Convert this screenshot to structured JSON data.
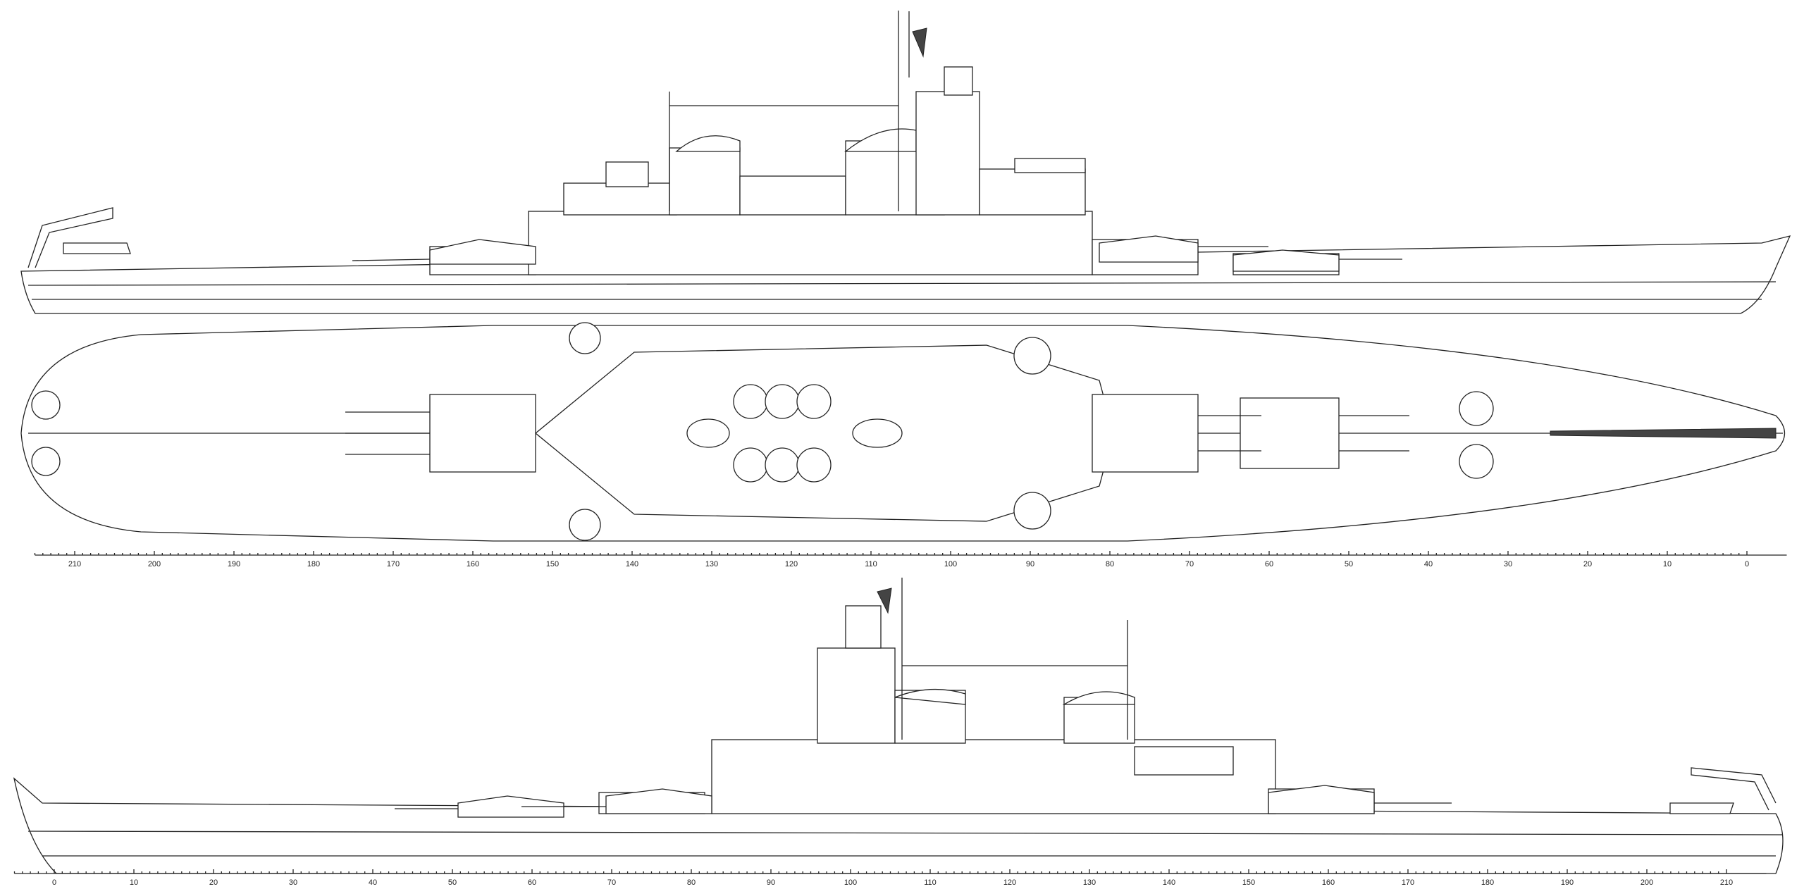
{
  "scales": {
    "plan": {
      "start": 210,
      "end": 0,
      "step": 10,
      "labels": [
        "210",
        "200",
        "190",
        "180",
        "170",
        "160",
        "150",
        "140",
        "130",
        "120",
        "110",
        "100",
        "90",
        "80",
        "70",
        "60",
        "50",
        "40",
        "30",
        "20",
        "10",
        "0"
      ]
    },
    "bottom": {
      "start": 0,
      "end": 210,
      "step": 10,
      "labels": [
        "0",
        "10",
        "20",
        "30",
        "40",
        "50",
        "60",
        "70",
        "80",
        "90",
        "100",
        "110",
        "120",
        "130",
        "140",
        "150",
        "160",
        "170",
        "180",
        "190",
        "200",
        "210"
      ]
    }
  },
  "colors": {
    "line": "#222222",
    "background": "#ffffff"
  }
}
